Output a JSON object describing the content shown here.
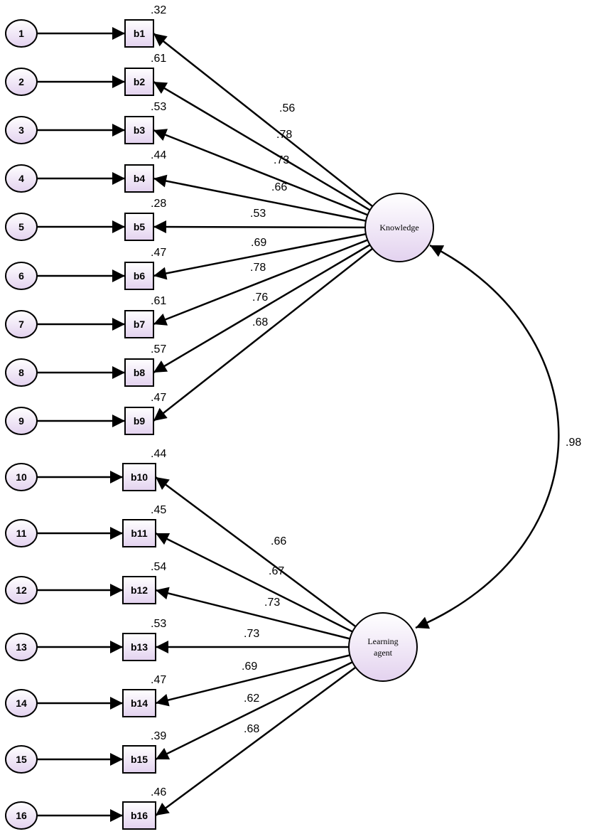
{
  "colors": {
    "node_fill_top": "#ffffff",
    "node_fill_bottom": "#e3d2ef",
    "stroke": "#000000",
    "background": "#ffffff"
  },
  "latents": {
    "knowledge": {
      "label_lines": [
        "Knowledge"
      ]
    },
    "learning_agent": {
      "label_lines": [
        "Learning",
        "agent"
      ]
    }
  },
  "correlation": {
    "label": ".98"
  },
  "indicators": [
    {
      "error": "1",
      "item": "b1",
      "r2": ".32",
      "loading": ".56",
      "factor": "knowledge"
    },
    {
      "error": "2",
      "item": "b2",
      "r2": ".61",
      "loading": ".78",
      "factor": "knowledge"
    },
    {
      "error": "3",
      "item": "b3",
      "r2": ".53",
      "loading": ".73",
      "factor": "knowledge"
    },
    {
      "error": "4",
      "item": "b4",
      "r2": ".44",
      "loading": ".66",
      "factor": "knowledge"
    },
    {
      "error": "5",
      "item": "b5",
      "r2": ".28",
      "loading": ".53",
      "factor": "knowledge"
    },
    {
      "error": "6",
      "item": "b6",
      "r2": ".47",
      "loading": ".69",
      "factor": "knowledge"
    },
    {
      "error": "7",
      "item": "b7",
      "r2": ".61",
      "loading": ".78",
      "factor": "knowledge"
    },
    {
      "error": "8",
      "item": "b8",
      "r2": ".57",
      "loading": ".76",
      "factor": "knowledge"
    },
    {
      "error": "9",
      "item": "b9",
      "r2": ".47",
      "loading": ".68",
      "factor": "knowledge"
    },
    {
      "error": "10",
      "item": "b10",
      "r2": ".44",
      "loading": ".66",
      "factor": "learning_agent"
    },
    {
      "error": "11",
      "item": "b11",
      "r2": ".45",
      "loading": ".67",
      "factor": "learning_agent"
    },
    {
      "error": "12",
      "item": "b12",
      "r2": ".54",
      "loading": ".73",
      "factor": "learning_agent"
    },
    {
      "error": "13",
      "item": "b13",
      "r2": ".53",
      "loading": ".73",
      "factor": "learning_agent"
    },
    {
      "error": "14",
      "item": "b14",
      "r2": ".47",
      "loading": ".69",
      "factor": "learning_agent"
    },
    {
      "error": "15",
      "item": "b15",
      "r2": ".39",
      "loading": ".62",
      "factor": "learning_agent"
    },
    {
      "error": "16",
      "item": "b16",
      "r2": ".46",
      "loading": ".68",
      "factor": "learning_agent"
    }
  ]
}
